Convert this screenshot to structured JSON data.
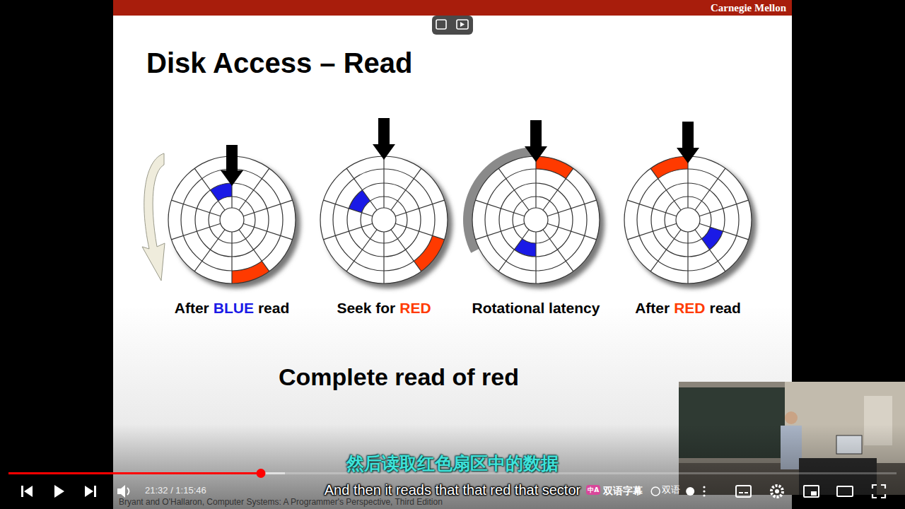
{
  "diagram": {
    "title": "Disk Access – Read",
    "labels": [
      "Carnegie Mellon",
      "After",
      "BLUE",
      "read",
      "Seek for",
      "RED",
      "Rotational latency",
      "After",
      "RED",
      "read",
      "Complete read of red",
      "然后读取红色扇区中的数据",
      "And then it reads that that red that sector",
      "中A",
      "双语字幕",
      "双语",
      "21:32 / 1:15:46",
      "Bryant and O'Hallaron, Computer Systems: A Programmer's Perspective, Third Edition"
    ]
  }
}
